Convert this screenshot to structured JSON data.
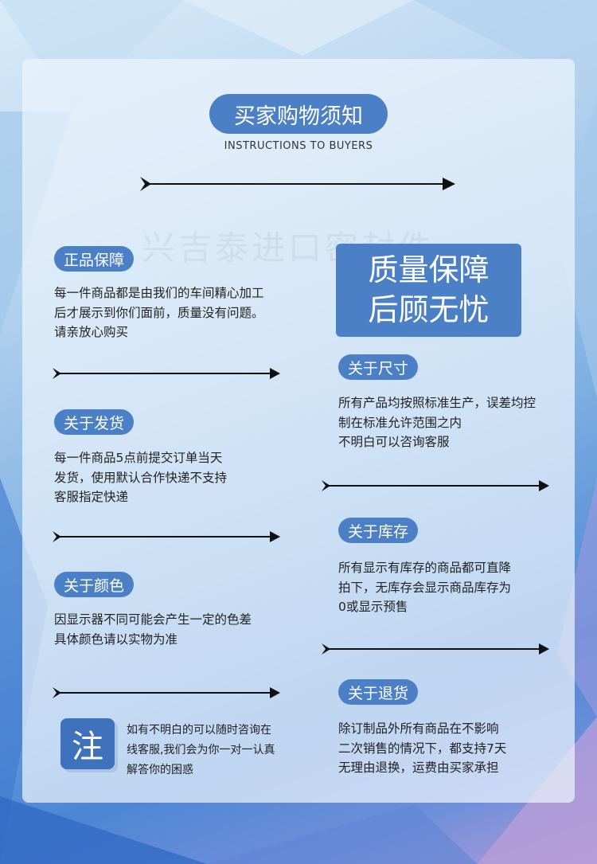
{
  "header": {
    "title": "买家购物须知",
    "subtitle": "INSTRUCTIONS TO BUYERS"
  },
  "watermark": "兴吉泰进口密封件",
  "quality": {
    "line1": "质量保障",
    "line2": "后顾无忧"
  },
  "sections": {
    "genuine": {
      "title": "正品保障",
      "lines": [
        "每一件商品都是由我们的车间精心加工",
        "后才展示到你们面前，质量没有问题。",
        "请亲放心购买"
      ]
    },
    "shipping": {
      "title": "关于发货",
      "lines": [
        "每一件商品5点前提交订单当天",
        "发货，使用默认合作快递不支持",
        "客服指定快递"
      ]
    },
    "color": {
      "title": "关于颜色",
      "lines": [
        "因显示器不同可能会产生一定的色差",
        "具体颜色请以实物为准"
      ]
    },
    "size": {
      "title": "关于尺寸",
      "lines": [
        "所有产品均按照标准生产，误差均控",
        "制在标准允许范围之内",
        "不明白可以咨询客服"
      ]
    },
    "stock": {
      "title": "关于库存",
      "lines": [
        "所有显示有库存的商品都可直降",
        "拍下，无库存会显示商品库存为",
        "0或显示预售"
      ]
    },
    "returns": {
      "title": "关于退货",
      "lines": [
        "除订制品外所有商品在不影响",
        "二次销售的情况下，都支持7天",
        "无理由退换，运费由买家承担"
      ]
    }
  },
  "note": {
    "icon_char": "注",
    "lines": [
      "如有不明白的可以随时咨询在",
      "线客服,我们会为你一对一认真",
      "解答你的困惑"
    ]
  },
  "colors": {
    "accent": "#4c80c6",
    "text": "#222222"
  }
}
